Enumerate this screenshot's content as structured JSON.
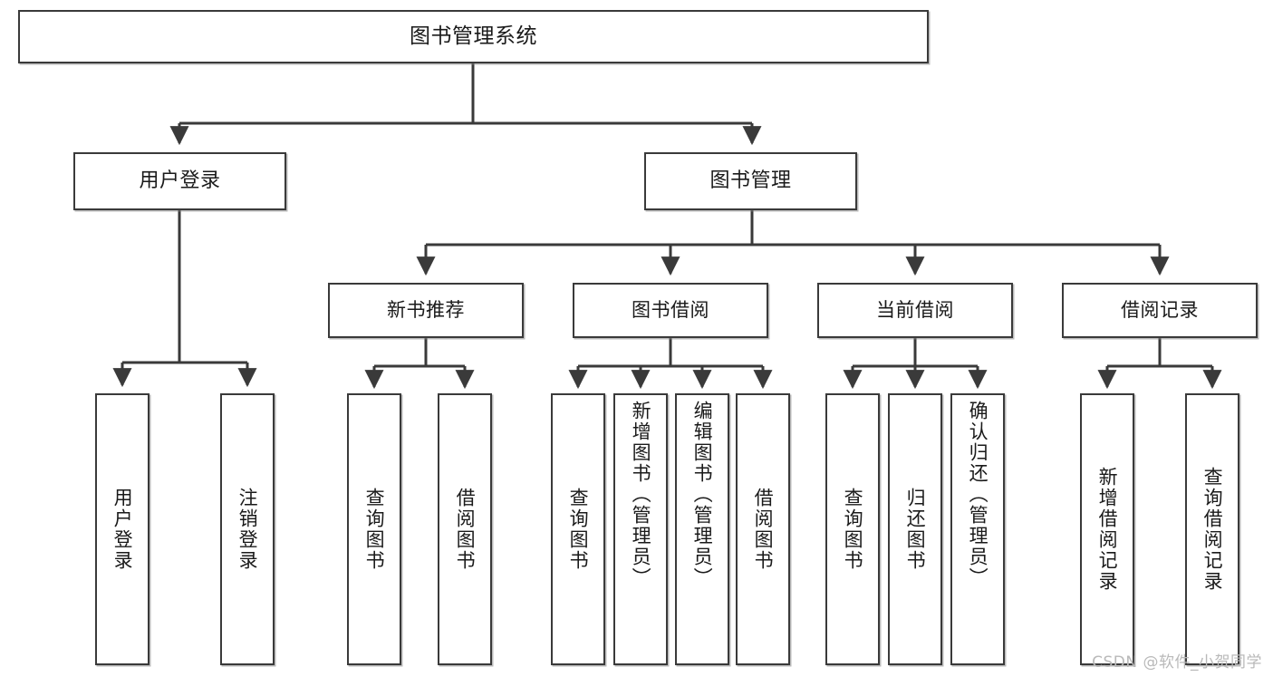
{
  "diagram": {
    "type": "tree-hierarchy",
    "title": "图书管理系统",
    "orientation": "top-down",
    "watermark": "CSDN @软件_小贺同学",
    "colors": {
      "box_border": "#3a3a3a",
      "box_fill": "#ffffff",
      "edge": "#3a3a3a",
      "text": "#1a1a1a",
      "watermark": "#b9b9b9",
      "background": "#ffffff"
    },
    "root": {
      "label": "图书管理系统"
    },
    "level2": [
      {
        "label": "用户登录"
      },
      {
        "label": "图书管理"
      }
    ],
    "level3": [
      {
        "label": "新书推荐"
      },
      {
        "label": "图书借阅"
      },
      {
        "label": "当前借阅"
      },
      {
        "label": "借阅记录"
      }
    ],
    "leaves": {
      "user_login": [
        {
          "label": "用户登录"
        },
        {
          "label": "注销登录"
        }
      ],
      "new_book_recommend": [
        {
          "label": "查询图书"
        },
        {
          "label": "借阅图书"
        }
      ],
      "book_borrow": [
        {
          "label": "查询图书"
        },
        {
          "label": "新增图书（管理员）"
        },
        {
          "label": "编辑图书（管理员）"
        },
        {
          "label": "借阅图书"
        }
      ],
      "current_borrow": [
        {
          "label": "查询图书"
        },
        {
          "label": "归还图书"
        },
        {
          "label": "确认归还（管理员）"
        }
      ],
      "borrow_records": [
        {
          "label": "新增借阅记录"
        },
        {
          "label": "查询借阅记录"
        }
      ]
    }
  }
}
